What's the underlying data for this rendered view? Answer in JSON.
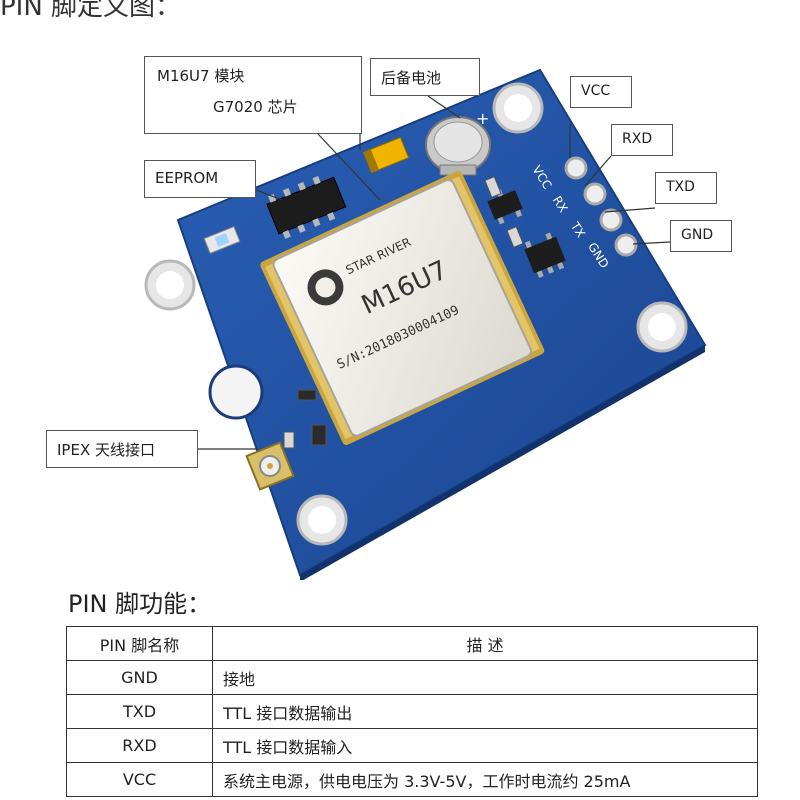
{
  "page_title": "PIN 脚定义图：",
  "callouts": {
    "module_line1": "M16U7 模块",
    "module_line2": "G7020 芯片",
    "battery": "后备电池",
    "eeprom": "EEPROM",
    "ipex": "IPEX 天线接口"
  },
  "pin_labels": [
    "VCC",
    "RXD",
    "TXD",
    "GND"
  ],
  "board_silkscreen": [
    "VCC",
    "RX",
    "TX",
    "GND"
  ],
  "module_chip": {
    "brand": "STAR RIVER",
    "model": "M16U7",
    "serial": "S/N:2018030004109"
  },
  "section_title": "PIN 脚功能：",
  "table": {
    "headers": [
      "PIN 脚名称",
      "描 述"
    ],
    "rows": [
      {
        "name": "GND",
        "desc": "接地"
      },
      {
        "name": "TXD",
        "desc": "TTL 接口数据输出"
      },
      {
        "name": "RXD",
        "desc": "TTL 接口数据输入"
      },
      {
        "name": "VCC",
        "desc": "系统主电源，供电电压为 3.3V-5V，工作时电流约 25mA"
      }
    ]
  },
  "colors": {
    "pcb": "#1f4fa0",
    "pcb_edge": "#163d80",
    "module": "#f1efe8",
    "gold": "#c9a640"
  }
}
